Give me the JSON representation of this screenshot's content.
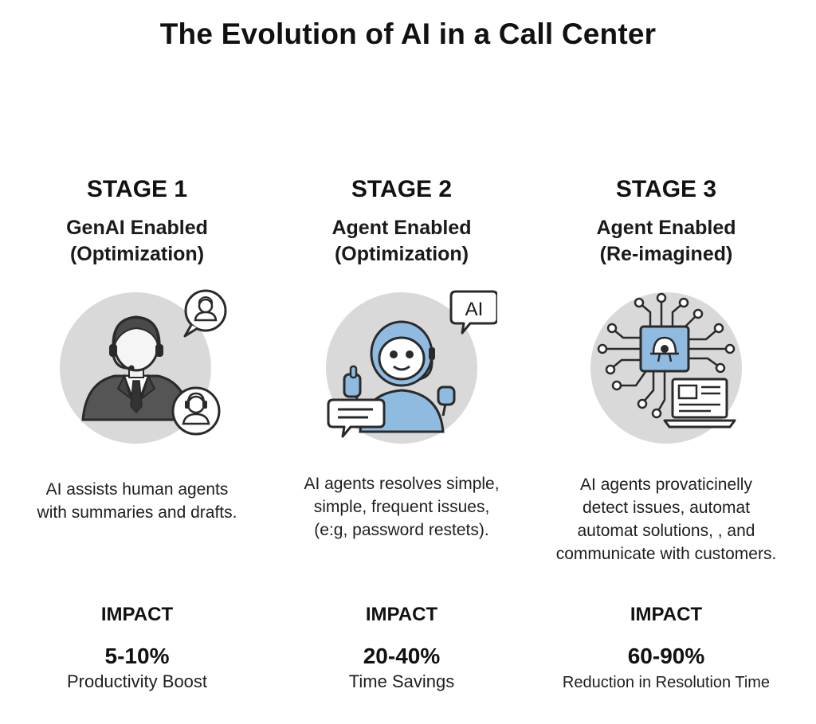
{
  "title": "The Evolution of AI in a Call Center",
  "stages": [
    {
      "label": "STAGE 1",
      "name_line1": "GenAI Enabled",
      "name_line2": "(Optimization)",
      "icon": "human-agent-headset-icon",
      "description_lines": [
        "AI assists human agents",
        "with summaries and drafts."
      ],
      "impact_label": "IMPACT",
      "impact_value": "5-10%",
      "impact_desc": "Productivity Boost"
    },
    {
      "label": "STAGE 2",
      "name_line1": "Agent Enabled",
      "name_line2": "(Optimization)",
      "icon": "ai-robot-agent-icon",
      "bubble_text": "AI",
      "description_lines": [
        "AI agents resolves simple,",
        "simple, frequent issues,",
        "(e:g, password restets)."
      ],
      "impact_label": "IMPACT",
      "impact_value": "20-40%",
      "impact_desc": "Time Savings"
    },
    {
      "label": "STAGE 3",
      "name_line1": "Agent Enabled",
      "name_line2": "(Re-imagined)",
      "icon": "ai-chip-circuit-laptop-icon",
      "description_lines": [
        "AI agents provaticinelly",
        "detect issues, automat",
        "automat solutions, , and",
        "communicate with customers."
      ],
      "impact_label": "IMPACT",
      "impact_value": "60-90%",
      "impact_desc": "Reduction in Resolution Time"
    }
  ],
  "colors": {
    "circle_bg": "#d9d9d9",
    "accent_blue": "#8fbbe0",
    "outline": "#2a2a2a",
    "suit": "#555555",
    "hair": "#4a4a4a"
  }
}
